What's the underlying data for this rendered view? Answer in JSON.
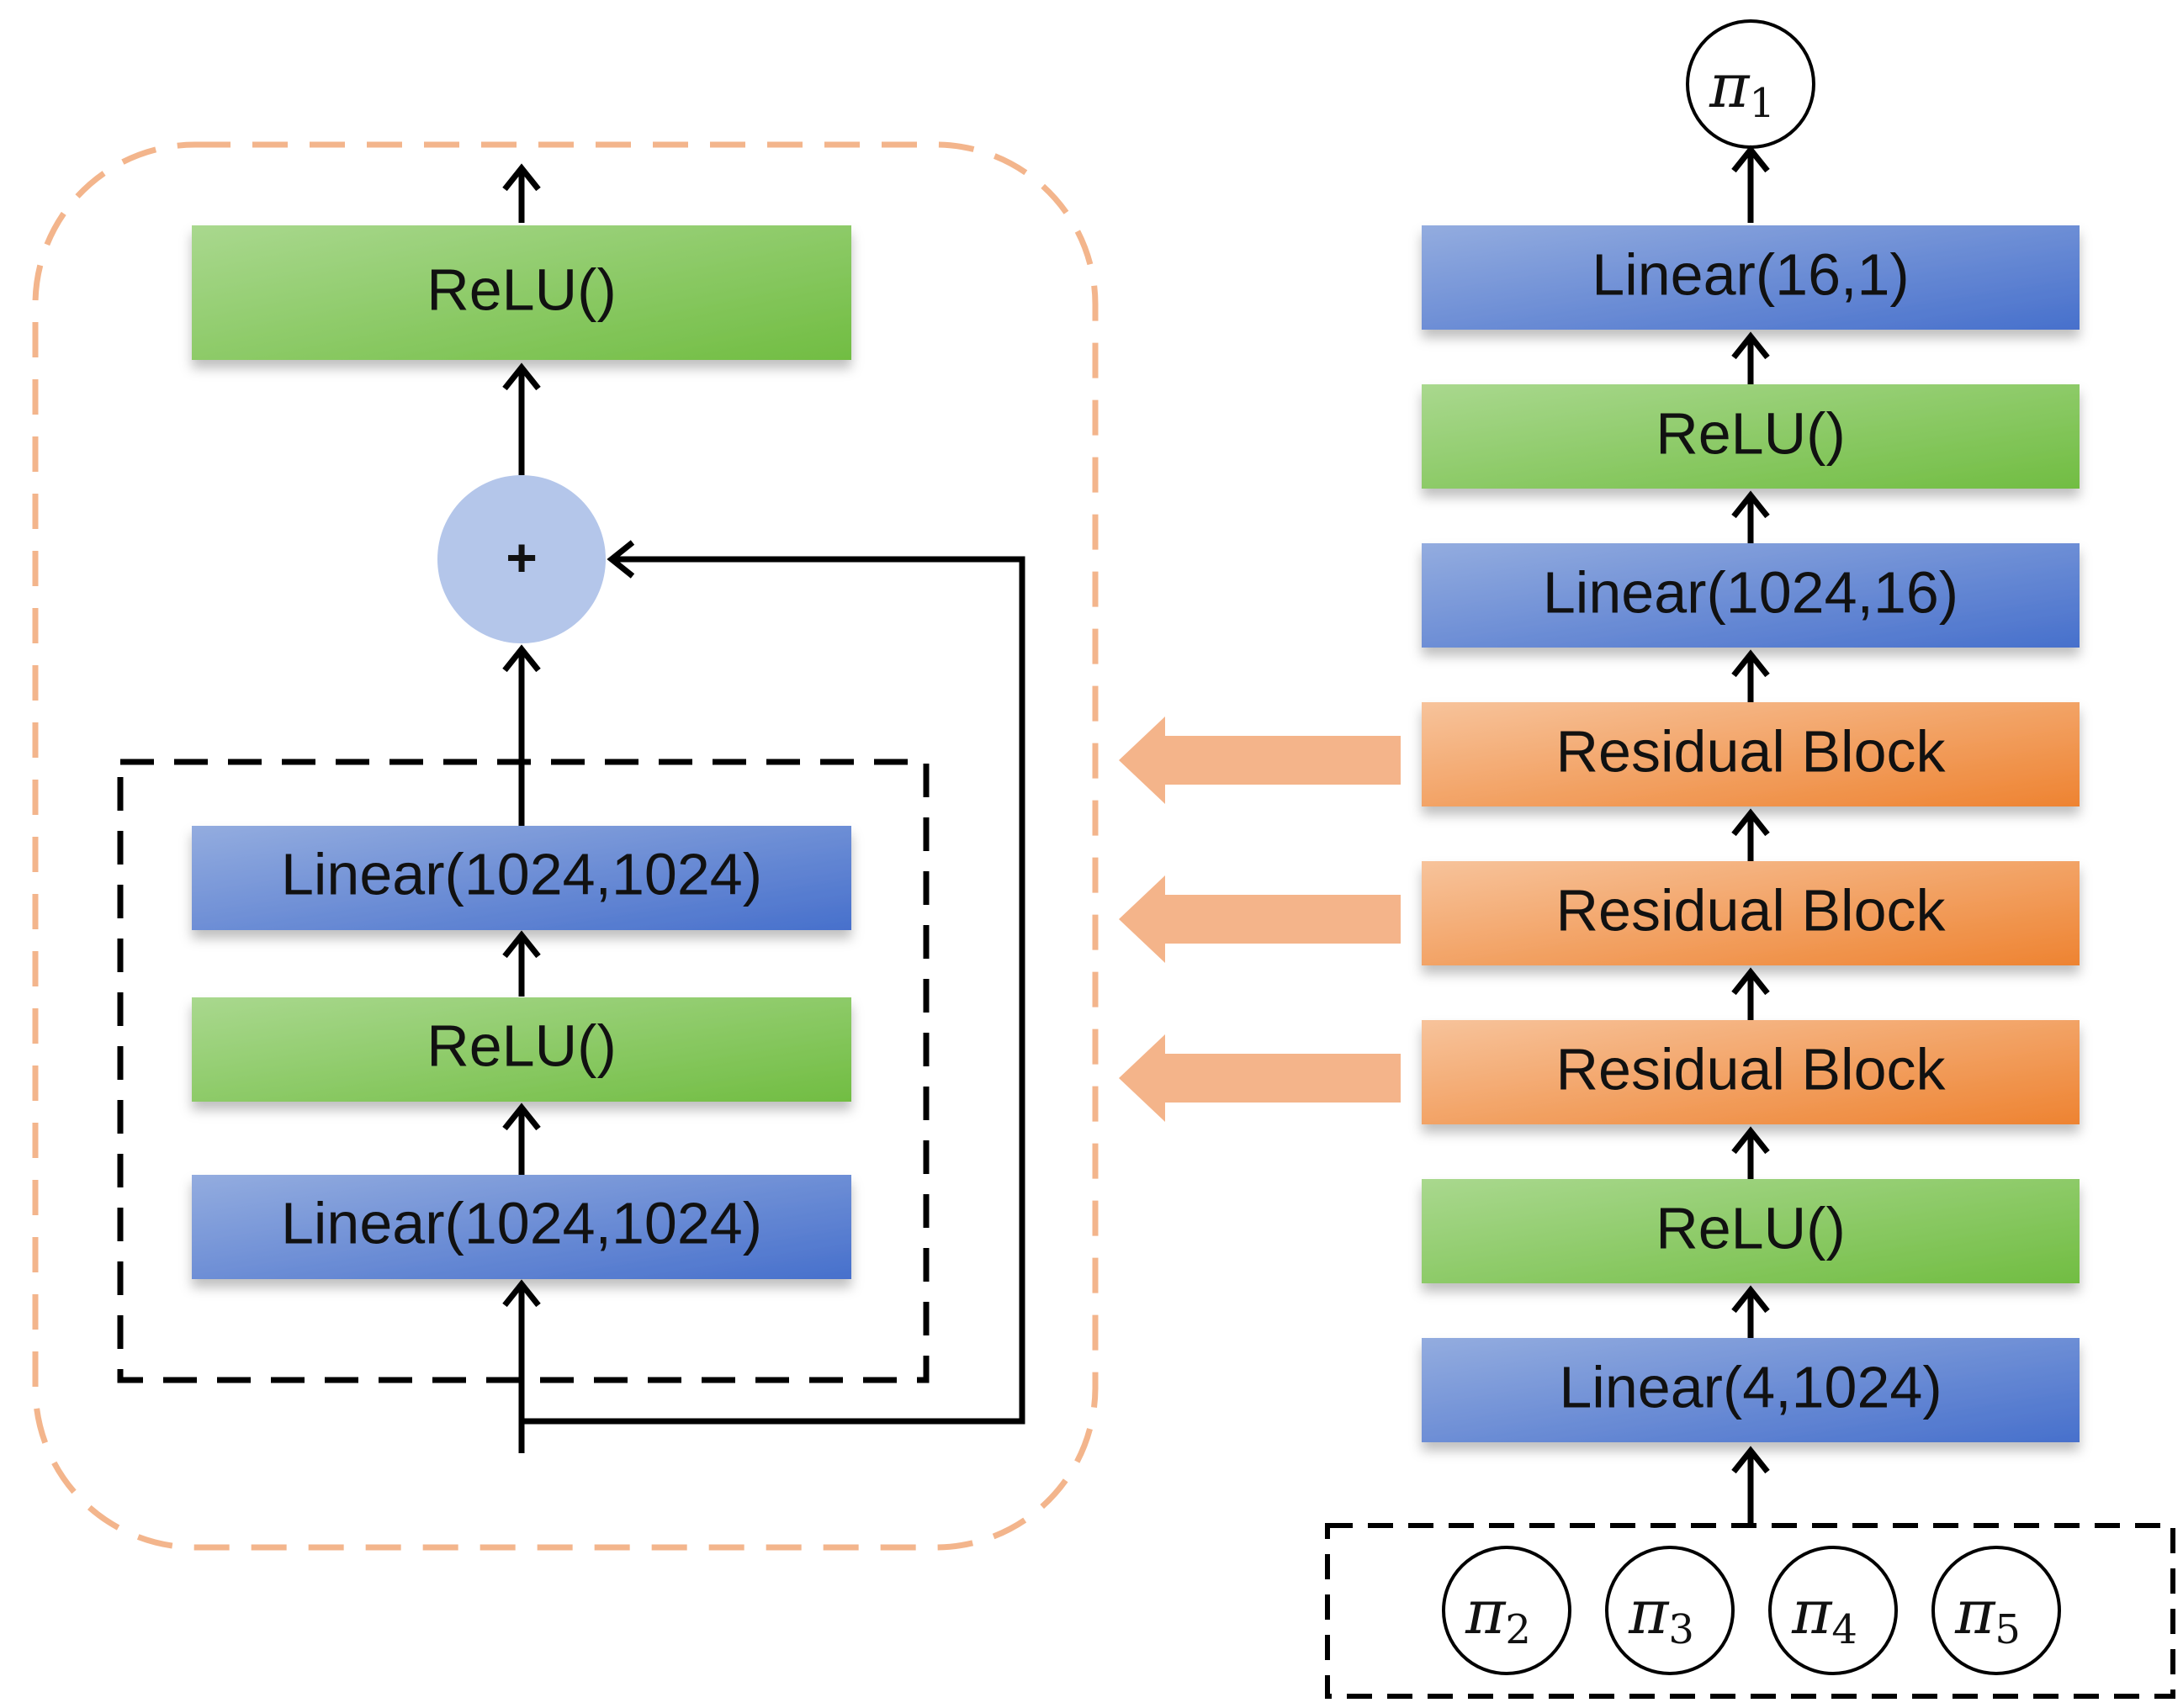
{
  "colors": {
    "linear_blue_light": "#8ea9e0",
    "linear_blue_dark": "#4a74cf",
    "relu_green_light": "#a6d58a",
    "relu_green_dark": "#74bf45",
    "residual_orange_light": "#f6be92",
    "residual_orange_dark": "#ef8636",
    "sum_node": "#b4c6ea",
    "dashed_outline_orange": "#f3b58c",
    "connector_orange": "#f4b48a",
    "line": "#000000"
  },
  "residual_block_detail": {
    "output_activation": "ReLU()",
    "sum_symbol": "+",
    "inner_layers": [
      "Linear(1024,1024)",
      "ReLU()",
      "Linear(1024,1024)"
    ]
  },
  "network": {
    "output": {
      "symbol": "π",
      "subscript": "1"
    },
    "layers": [
      {
        "label": "Linear(16,1)",
        "kind": "linear"
      },
      {
        "label": "ReLU()",
        "kind": "relu"
      },
      {
        "label": "Linear(1024,16)",
        "kind": "linear"
      },
      {
        "label": "Residual Block",
        "kind": "residual"
      },
      {
        "label": "Residual Block",
        "kind": "residual"
      },
      {
        "label": "Residual Block",
        "kind": "residual"
      },
      {
        "label": "ReLU()",
        "kind": "relu"
      },
      {
        "label": "Linear(4,1024)",
        "kind": "linear"
      }
    ],
    "inputs": [
      {
        "symbol": "π",
        "subscript": "2"
      },
      {
        "symbol": "π",
        "subscript": "3"
      },
      {
        "symbol": "π",
        "subscript": "4"
      },
      {
        "symbol": "π",
        "subscript": "5"
      }
    ]
  }
}
